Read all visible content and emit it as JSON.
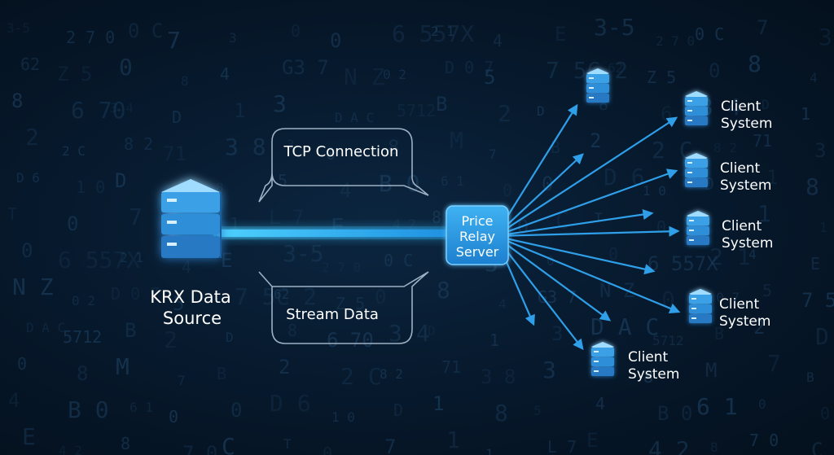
{
  "source": {
    "line1": "KRX Data",
    "line2": "Source"
  },
  "relay": {
    "line1": "Price",
    "line2": "Relay",
    "line3": "Server"
  },
  "callouts": {
    "tcp": "TCP Connection",
    "stream": "Stream Data"
  },
  "clients": [
    {
      "line1": "",
      "line2": ""
    },
    {
      "line1": "Client",
      "line2": "System"
    },
    {
      "line1": "Client",
      "line2": "System"
    },
    {
      "line1": "Client",
      "line2": "System"
    },
    {
      "line1": "Client",
      "line2": "System"
    },
    {
      "line1": "Client",
      "line2": "System"
    }
  ],
  "colors": {
    "background": "#061627",
    "accent": "#2e9fe8",
    "glow": "#38c6ff",
    "server_light": "#8fd3ff",
    "server_mid": "#3aa0e6",
    "server_dark": "#1b6fb8",
    "callout_border": "#9db1c4"
  },
  "background_glyphs": [
    "3-5",
    "62",
    "8",
    "2",
    "D 6",
    "T",
    "0",
    "N Z",
    "D A C",
    "0",
    "4",
    "E",
    "2 7 0",
    "Z 5",
    "6 70",
    "2 C",
    "1 0",
    "0",
    "6 557X",
    "0 2",
    "5712",
    "8",
    "B 0",
    "4 2",
    "0 C",
    "0",
    "3 4",
    "8 2",
    "D",
    "7",
    "2 1",
    "D 0 7",
    "B",
    "M",
    "6 1",
    "8",
    "7",
    "8",
    "D",
    "71",
    "1",
    "1",
    "4",
    "5",
    "2",
    "7",
    "0",
    "7 0",
    "3",
    "4",
    "1",
    "3 8",
    "8",
    "1",
    "E",
    "7 5C 2",
    "D",
    "B",
    "0",
    "C",
    "0",
    "G3 7",
    "3",
    "3",
    "5",
    "L 7"
  ]
}
